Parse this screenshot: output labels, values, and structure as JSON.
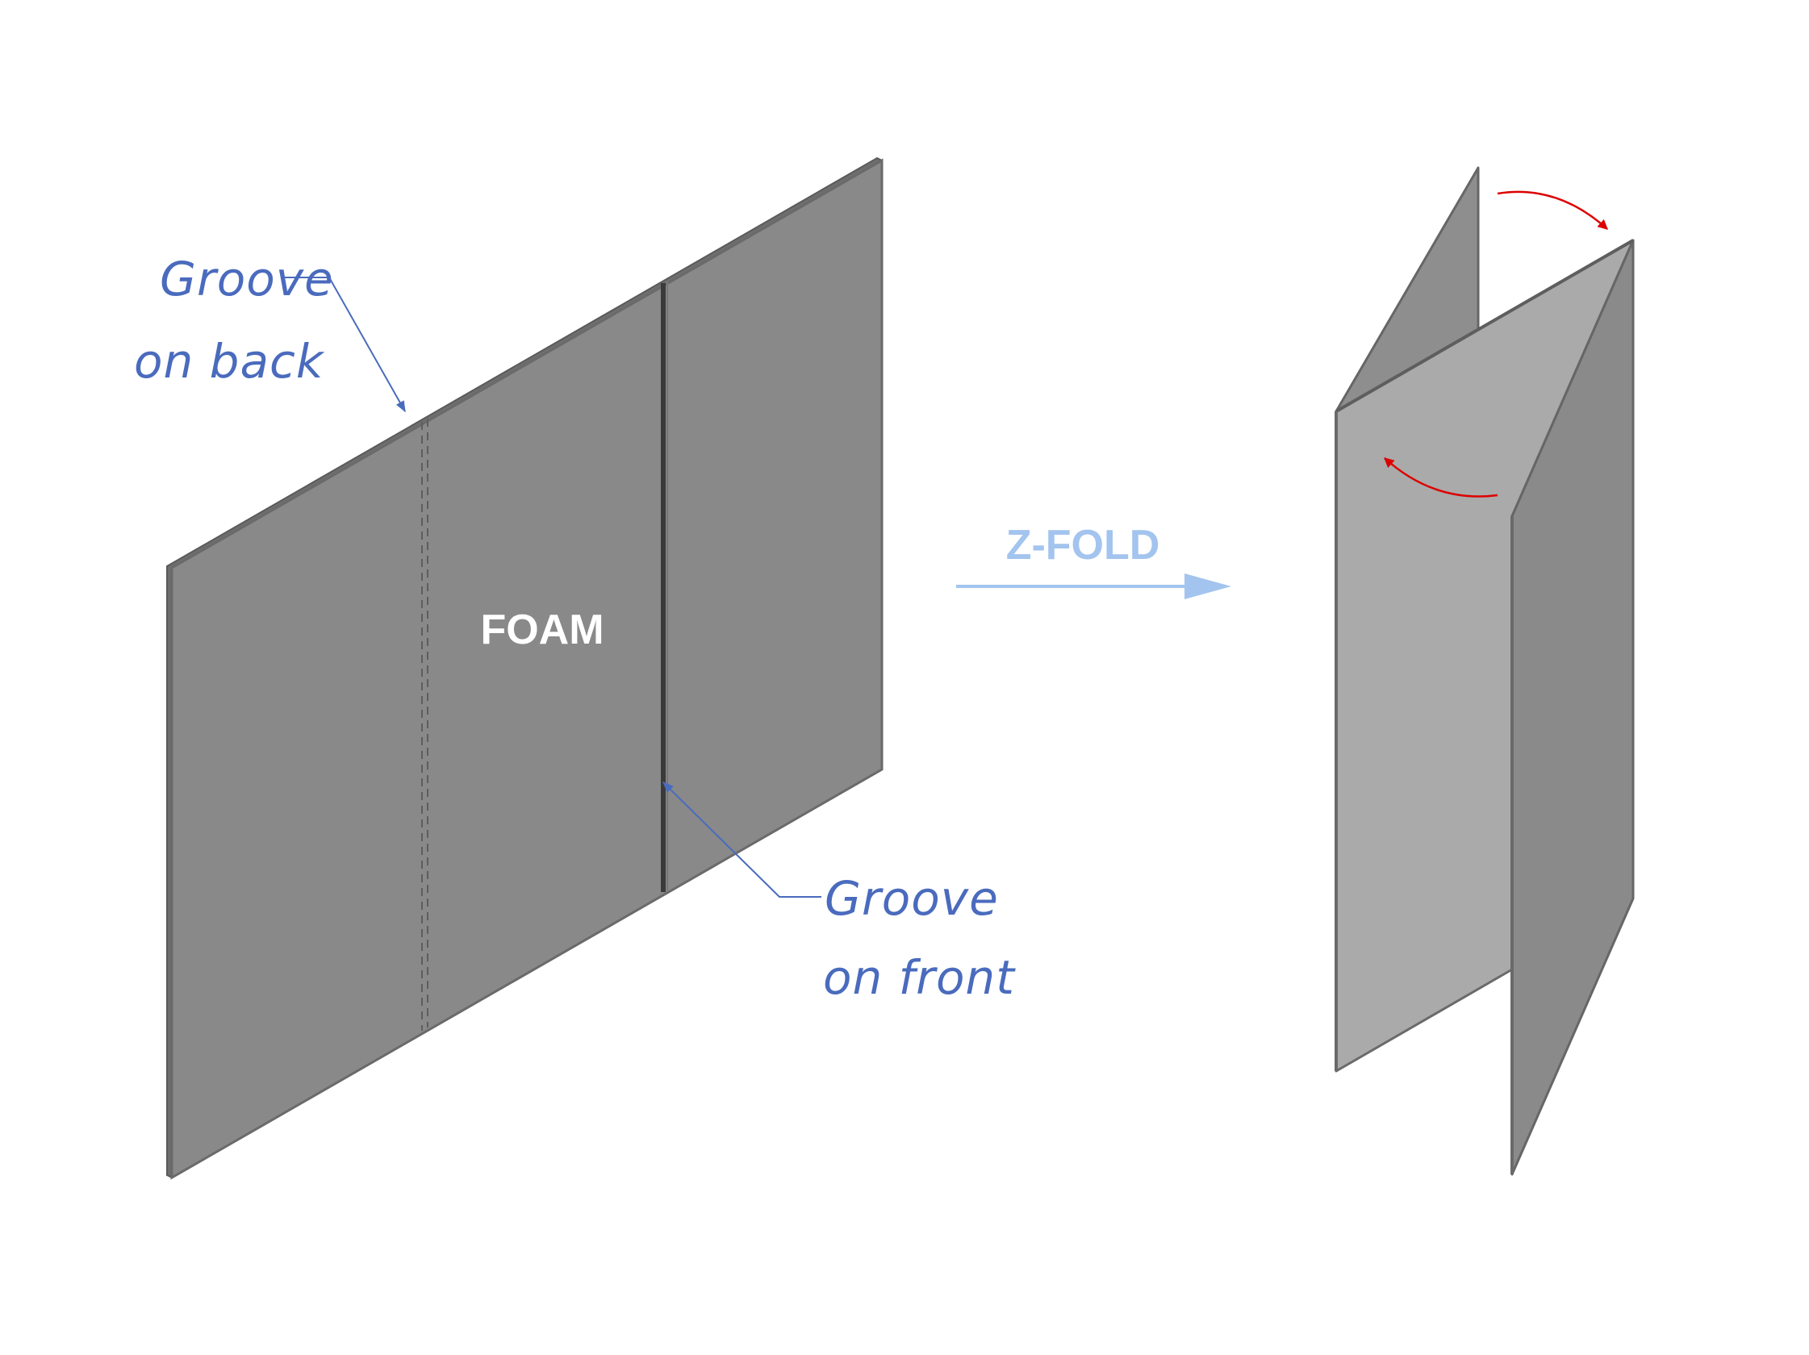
{
  "labels": {
    "groove_back_line1": "Groove",
    "groove_back_line2": "on back",
    "groove_front_line1": "Groove",
    "groove_front_line2": "on front",
    "foam": "FOAM",
    "z_fold": "Z-FOLD"
  },
  "colors": {
    "panel_dark": "#898989",
    "panel_light": "#aaaaaa",
    "panel_edge": "#666666",
    "annotation_blue": "#4a6bbd",
    "z_fold_blue": "#a3c4ee",
    "rotation_arrow_red": "#dd0000",
    "foam_text": "#ffffff"
  }
}
